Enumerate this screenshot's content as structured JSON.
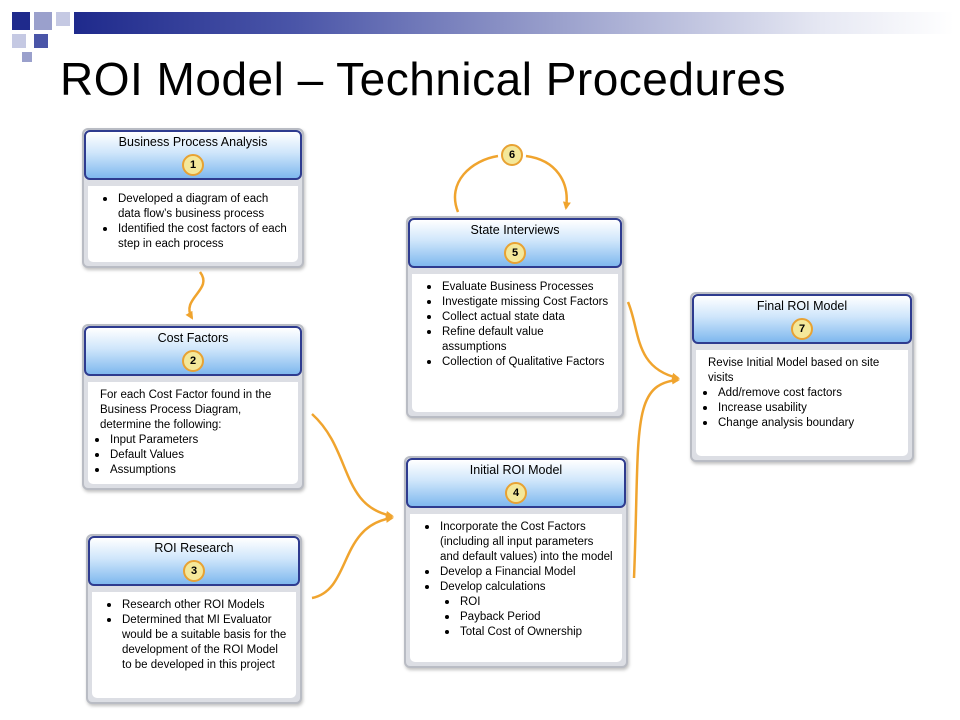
{
  "slide": {
    "title": "ROI Model – Technical Procedures"
  },
  "colors": {
    "header_border": "#2e3b8f",
    "header_gradient_bottom": "#7fb8ee",
    "badge_fill": "#f4e89a",
    "badge_border": "#e8a233",
    "arrow": "#f0a42e",
    "card_frame": "#dcdee4"
  },
  "steps": {
    "s1": {
      "title": "Business Process Analysis",
      "number": "1",
      "bullets": [
        "Developed a diagram of each data flow’s business process",
        "Identified the cost factors of each step in each process"
      ]
    },
    "s2": {
      "title": "Cost Factors",
      "number": "2",
      "intro": "For each Cost Factor found in the Business Process Diagram, determine the following:",
      "bullets": [
        "Input Parameters",
        "Default Values",
        "Assumptions"
      ]
    },
    "s3": {
      "title": "ROI Research",
      "number": "3",
      "bullets": [
        "Research other ROI Models",
        "Determined that MI Evaluator would be a suitable basis for the development of the ROI Model to be developed in this project"
      ]
    },
    "s4": {
      "title": "Initial ROI Model",
      "number": "4",
      "bullets": [
        "Incorporate the Cost Factors (including all input parameters and default values) into the model",
        "Develop a Financial Model",
        "Develop calculations"
      ],
      "sub_bullets": [
        "ROI",
        "Payback Period",
        "Total Cost of Ownership"
      ]
    },
    "s5": {
      "title": "State Interviews",
      "number": "5",
      "bullets": [
        "Evaluate Business Processes",
        "Investigate missing Cost Factors",
        "Collect actual state data",
        "Refine default value assumptions",
        "Collection of Qualitative Factors"
      ]
    },
    "s6": {
      "number": "6"
    },
    "s7": {
      "title": "Final ROI Model",
      "number": "7",
      "intro": "Revise Initial Model based on site visits",
      "bullets": [
        "Add/remove cost factors",
        "Increase usability",
        "Change analysis boundary"
      ]
    }
  }
}
